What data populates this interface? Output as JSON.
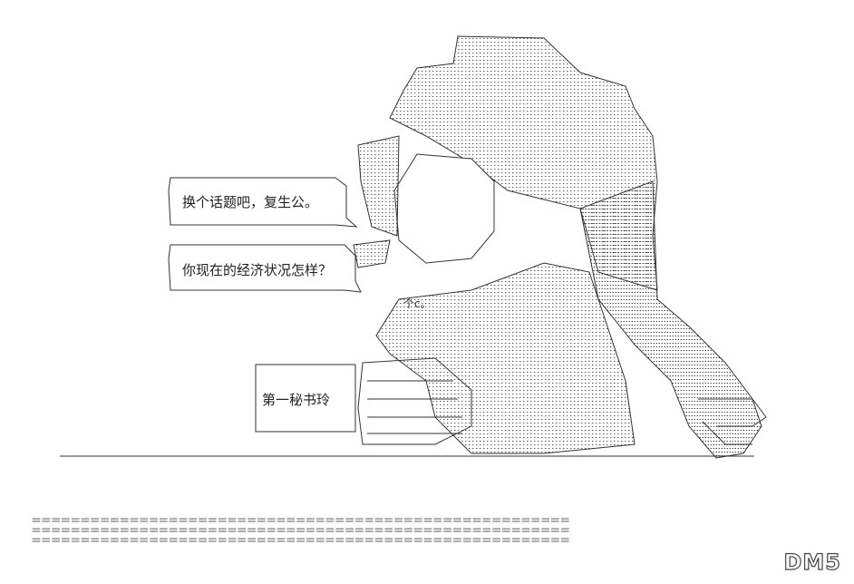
{
  "dialogue": {
    "bubble_1": "换个话题吧，复生公。",
    "bubble_2": "你现在的经济状况怎样？",
    "caption_box": "第一秘书玲",
    "aa_fragment_1": "个c。"
  },
  "watermark": {
    "text": "DM5"
  },
  "decoration": {
    "rule_line": "＝＝＝＝＝＝＝＝＝＝＝＝＝＝＝＝＝＝＝＝＝＝＝＝＝＝＝＝＝＝＝＝＝＝＝＝＝＝＝＝＝＝＝＝＝＝＝＝＝＝＝＝＝＝＝"
  },
  "colors": {
    "ink": "#333333",
    "background": "#ffffff"
  }
}
